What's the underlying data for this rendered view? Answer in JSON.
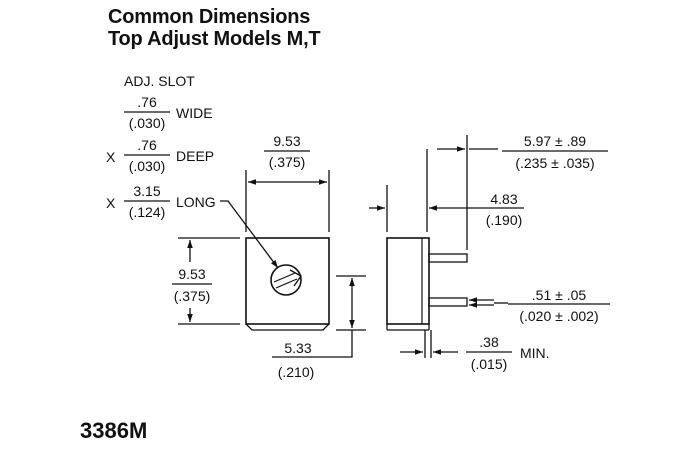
{
  "header": {
    "title_line1": "Common Dimensions",
    "title_line2": "Top Adjust Models M,T"
  },
  "slot": {
    "heading": "ADJ. SLOT",
    "width_mm": ".76",
    "width_in": "(.030)",
    "width_word": "WIDE",
    "times1": "X",
    "depth_mm": ".76",
    "depth_in": "(.030)",
    "depth_word": "DEEP",
    "times2": "X",
    "length_mm": "3.15",
    "length_in": "(.124)",
    "length_word": "LONG"
  },
  "top_view": {
    "width_mm": "9.53",
    "width_in": "(.375)",
    "height_mm": "9.53",
    "height_in": "(.375)",
    "offset_mm": "5.33",
    "offset_in": "(.210)"
  },
  "side_view": {
    "overall_mm": "5.97 ± .89",
    "overall_in": "(.235 ± .035)",
    "body_mm": "4.83",
    "body_in": "(.190)",
    "pin_mm": ".51 ± .05",
    "pin_in": "(.020 ± .002)",
    "standoff_mm": ".38",
    "standoff_in": "(.015)",
    "standoff_word": "MIN."
  },
  "model": "3386M"
}
